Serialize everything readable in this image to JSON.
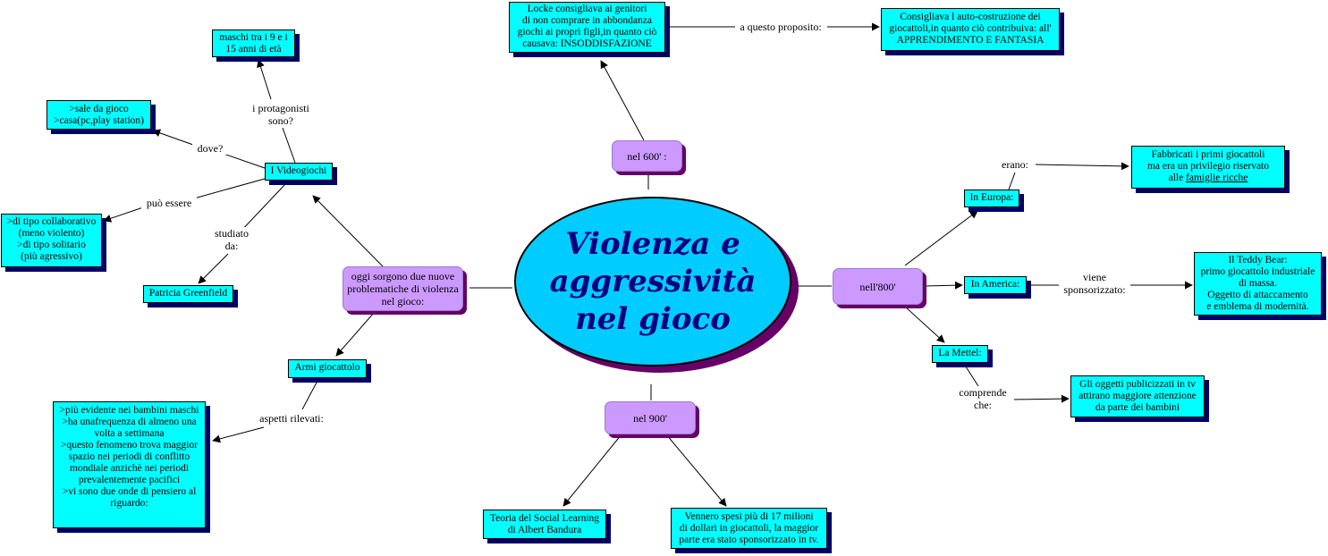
{
  "colors": {
    "box_fill": "#00ffff",
    "box_shadow": "#000066",
    "pill_fill": "#cc99ff",
    "pill_shadow": "#660066",
    "center_fill": "#00ccff",
    "center_text": "#000080"
  },
  "center": {
    "title": [
      "Violenza e",
      "aggressività",
      "nel gioco"
    ]
  },
  "branches": {
    "b600": "nel 600' :",
    "b800": "nell'800'",
    "b900": "nel 900'",
    "oggi": [
      "oggi sorgono due nuove",
      "problematiche di violenza",
      "nel gioco:"
    ]
  },
  "nodes": {
    "locke": [
      "Locke consigliava ai genitori",
      "di non comprare in abbondanza",
      "giochi ai propri figli,in quanto ciò",
      "causava: INSODDISFAZIONE"
    ],
    "autocostruzione": [
      "Consigliava l auto-costruzione dei",
      "giocattoli,in quanto ciò contribuiva: all'",
      "APPRENDIMENTO E FANTASIA"
    ],
    "europa": "In Europa:",
    "fabbricati": [
      "Fabbricati i primi giocattoli",
      "ma era un privilegio riservato",
      "alle "
    ],
    "famiglie_ricche": "famiglie ricche",
    "america": "In America:",
    "teddy": [
      "Il Teddy Bear:",
      "primo giocattolo industriale",
      "di massa.",
      "Oggetto di attaccamento",
      "e emblema di modernità."
    ],
    "mettel": "La Mettel:",
    "oggetti": [
      "Gli oggetti publicizzati in tv",
      "attirano maggiore attenzione",
      "da parte dei bambini"
    ],
    "bandura": [
      "Teoria del Social Learning",
      "di Albert Bandura"
    ],
    "milioni": [
      "Vennero spesi più di 17 milioni",
      "di dollari in giocattoli, la maggior",
      "parte era stato sponsorizzato in tv."
    ],
    "videogiochi": "I Videogiochi",
    "maschi": [
      "maschi tra i 9 e i",
      "15 anni di età"
    ],
    "sale": [
      ">sale da gioco",
      ">casa(pc,play station)"
    ],
    "tipo": [
      ">di tipo collaborativo",
      "(meno violento)",
      ">di tipo solitario",
      "(più agressivo)"
    ],
    "greenfield": "Patricia Greenfield",
    "armi": "Armi giocattolo",
    "evidente": [
      ">più evidente nei bambini maschi",
      ">ha unafrequenza di almeno una",
      "volta a settimana",
      ">questo fenomeno trova maggior",
      "spazio nei periodi di conflitto",
      "mondiale anzichè nei periodi",
      "prevalentemente pacifici",
      ">vi sono due onde di pensiero al",
      "riguardo:"
    ]
  },
  "links": {
    "a_questo": "a questo proposito:",
    "erano": "erano:",
    "viene": [
      "viene",
      "sponsorizzato:"
    ],
    "comprende": [
      "comprende",
      "che:"
    ],
    "protagonisti": [
      "i protagonisti",
      "sono?"
    ],
    "dove": "dove?",
    "puo_essere": "può essere",
    "studiato": [
      "studiato",
      "da:"
    ],
    "aspetti": "aspetti rilevati:"
  }
}
